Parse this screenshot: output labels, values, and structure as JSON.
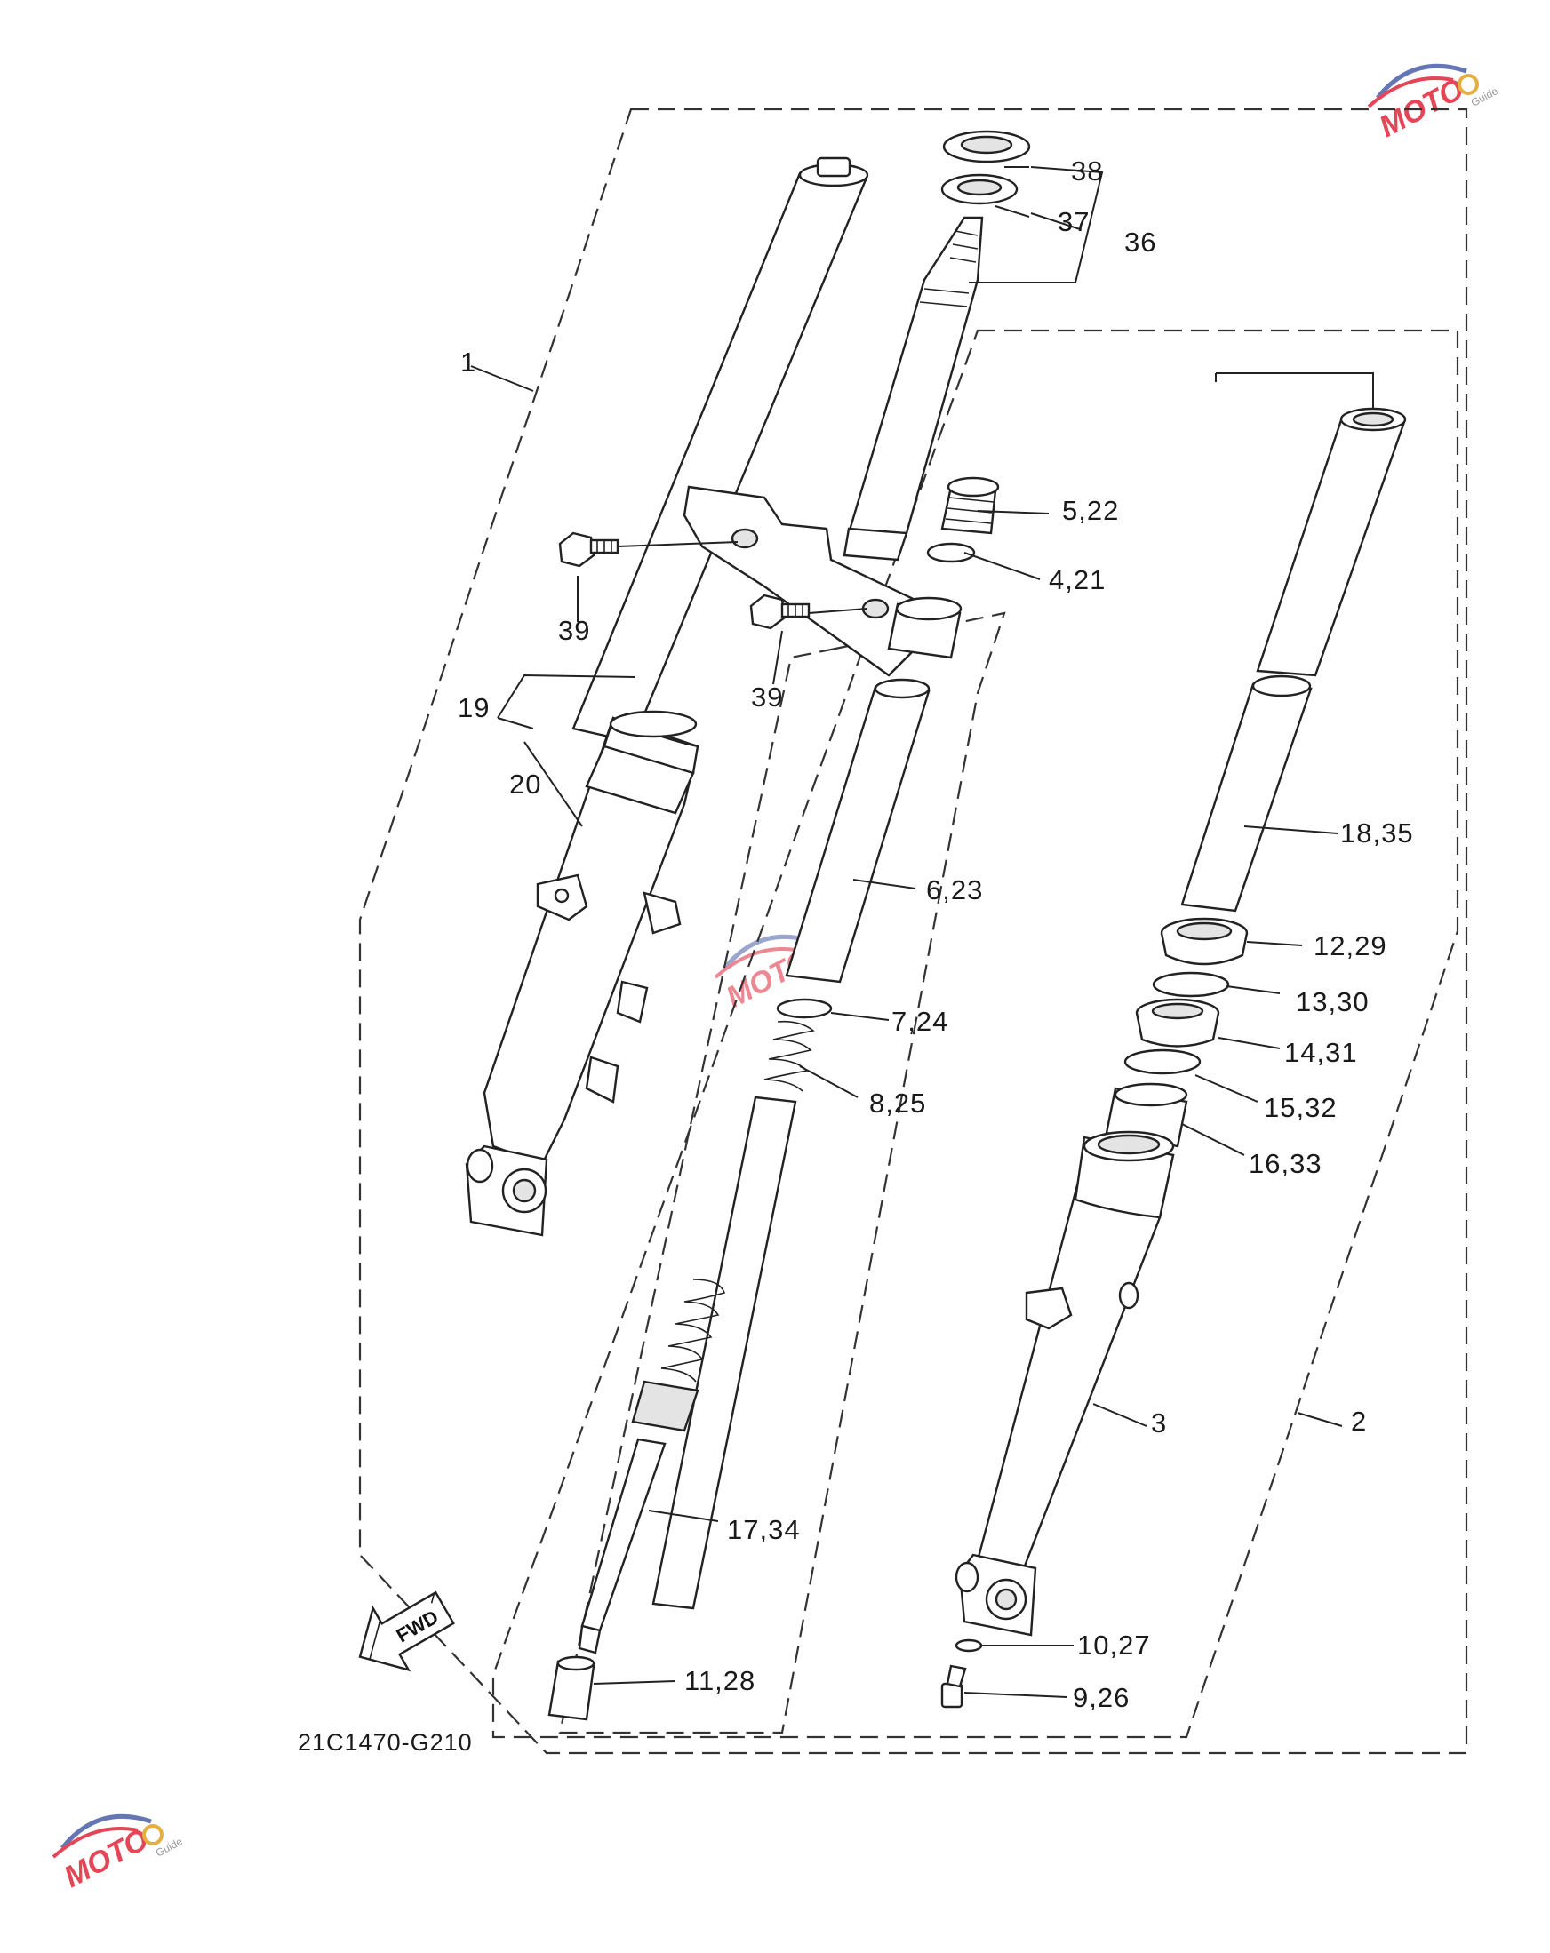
{
  "diagram": {
    "drawing_code": "21C1470-G210",
    "fwd_label": "FWD",
    "callouts": {
      "c1": "1",
      "c2": "2",
      "c3": "3",
      "c4_21": "4,21",
      "c5_22": "5,22",
      "c6_23": "6,23",
      "c7_24": "7,24",
      "c8_25": "8,25",
      "c9_26": "9,26",
      "c10_27": "10,27",
      "c11_28": "11,28",
      "c12_29": "12,29",
      "c13_30": "13,30",
      "c14_31": "14,31",
      "c15_32": "15,32",
      "c16_33": "16,33",
      "c17_34": "17,34",
      "c18_35": "18,35",
      "c19": "19",
      "c20": "20",
      "c36": "36",
      "c37": "37",
      "c38": "38",
      "c39a": "39",
      "c39b": "39"
    }
  },
  "watermark": {
    "logo_text": "MOTO",
    "logo_subtext": "Guide",
    "accent_color": "#e0263a",
    "secondary_color": "#4a5fa8"
  }
}
